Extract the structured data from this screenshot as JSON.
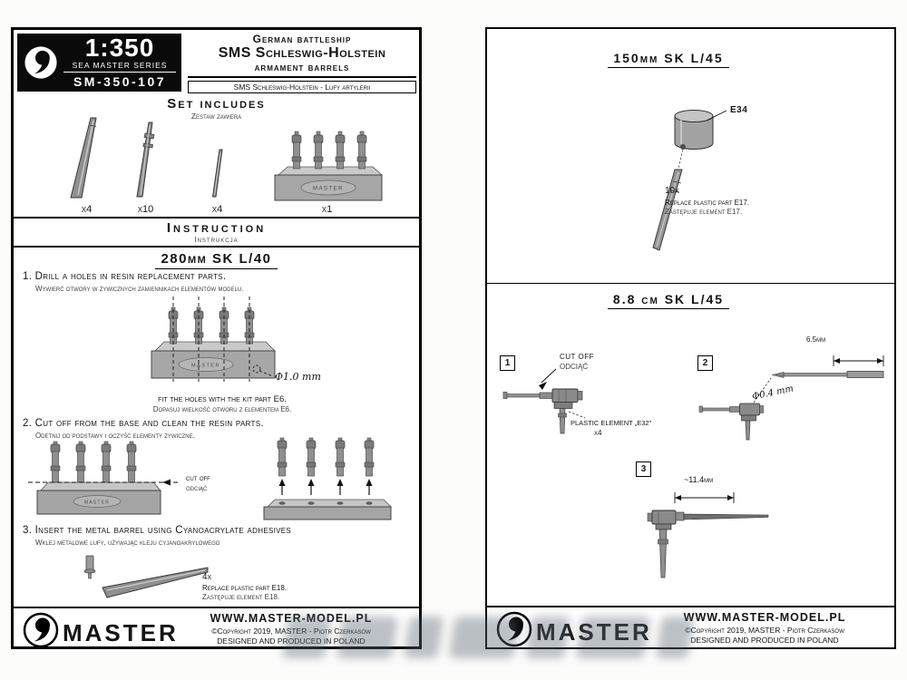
{
  "brand": "MASTER",
  "left_page": {
    "header": {
      "scale": "1:350",
      "series": "SEA MASTER SERIES",
      "product_code": "SM-350-107",
      "title_line1": "German battleship",
      "title_line2": "SMS Schleswig-Holstein",
      "title_line3": "armament barrels",
      "subtitle": "SMS Schleswig-Holstein - Lufy artylerii"
    },
    "set_includes": {
      "title": "Set includes",
      "title_pl": "Zestaw zawiera",
      "quantities": [
        "x4",
        "x10",
        "x4",
        "x1"
      ]
    },
    "instruction": {
      "title": "Instruction",
      "title_pl": "Instrukcja",
      "section": "280mm SK L/40",
      "step1": {
        "text": "1. Drill a holes in resin replacement parts.",
        "text_pl": "Wywierć otwory w żywicznych zamiennikach elementów modelu.",
        "drill_dia": "Φ1.0 mm",
        "note": "fit the holes with the kit part E6.",
        "note_pl": "Dopasuj wielkość otworu z elementem E6."
      },
      "step2": {
        "text": "2. Cut off from the base and clean the resin parts.",
        "text_pl": "Odetnij od podstawy i oczyść elementy żywiczne.",
        "cut_label": "cut off",
        "cut_label_pl": "odciąć"
      },
      "step3": {
        "text": "3. Insert the metal barrel using Cyanoacrylate adhesives",
        "text_pl": "Wklej metalowe lufy, używając kleju cyjanoakrylowego",
        "qty": "4x",
        "note": "Replace plastic part E18.",
        "note_pl": "Zastępuje element E18."
      }
    },
    "footer": {
      "website": "WWW.MASTER-MODEL.PL",
      "copyright": "©Copyright 2019, MASTER - Piotr Czerkasów",
      "produced": "DESIGNED AND PRODUCED IN POLAND"
    }
  },
  "right_page": {
    "section_150": {
      "title": "150mm SK L/45",
      "part_label": "E34",
      "qty": "10x",
      "note": "Replace plastic part E17.",
      "note_pl": "Zastępuje element E17."
    },
    "section_88": {
      "title": "8.8 cm SK L/45",
      "step1": {
        "num": "1",
        "cut_label": "CUT OFF",
        "cut_label_pl": "ODCIĄĆ",
        "part_note": "PLASTIC ELEMENT „E32”",
        "qty": "x4"
      },
      "step2": {
        "num": "2",
        "length": "6.5mm",
        "dia": "Φ0.4 mm"
      },
      "step3": {
        "num": "3",
        "length": "~11.4mm"
      }
    },
    "footer": {
      "website": "WWW.MASTER-MODEL.PL",
      "copyright": "©Copyright 2019, MASTER - Piotr Czerkasów",
      "produced": "DESIGNED AND PRODUCED IN POLAND"
    }
  }
}
